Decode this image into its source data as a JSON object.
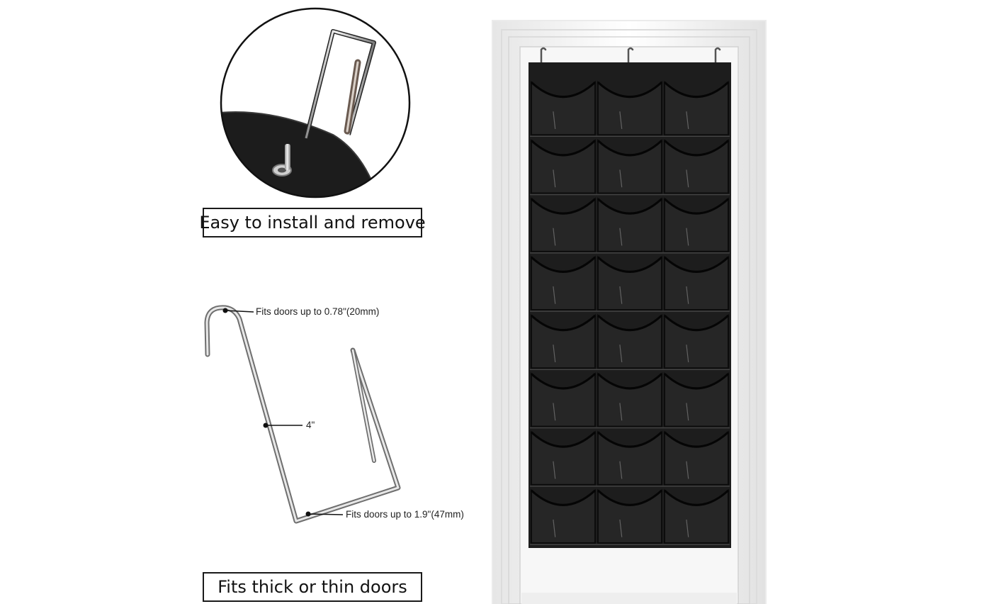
{
  "captions": {
    "install": "Easy to install and remove",
    "doors": "Fits thick or thin doors"
  },
  "hook_annotations": {
    "top": "Fits doors up to 0.78\"(20mm)",
    "middle": "4\"",
    "bottom": "Fits doors up to 1.9\"(47mm)"
  },
  "colors": {
    "organizer_fabric": "#1e1e1e",
    "door_frame": "#f4f4f4",
    "hook_metal": "#b9b9b9"
  },
  "organizer": {
    "rows": 8,
    "columns": 3,
    "hooks": 3
  }
}
